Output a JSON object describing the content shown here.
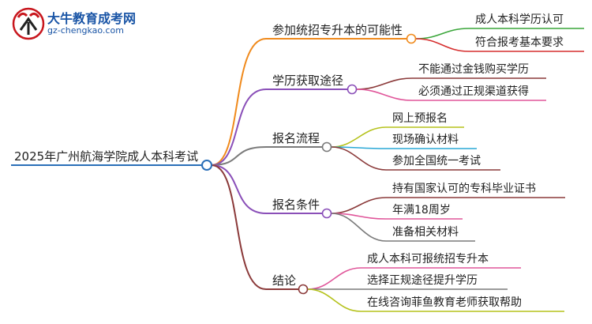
{
  "logo": {
    "name": "大牛教育成考网",
    "url": "gz-chengkao.com"
  },
  "root": "2025年广州航海学院成人本科考试",
  "branches": [
    {
      "label": "参加统招专升本的可能性",
      "color": "#f08a1c",
      "leaves": [
        {
          "label": "成人本科学历认可",
          "color": "#3aa63a"
        },
        {
          "label": "符合报考基本要求",
          "color": "#d62e2e"
        }
      ]
    },
    {
      "label": "学历获取途径",
      "color": "#8a4fb8",
      "leaves": [
        {
          "label": "不能通过金钱购买学历",
          "color": "#8b3a3a"
        },
        {
          "label": "必须通过正规渠道获得",
          "color": "#e0569a"
        }
      ]
    },
    {
      "label": "报名流程",
      "color": "#7a7a7a",
      "leaves": [
        {
          "label": "网上预报名",
          "color": "#b5c21c"
        },
        {
          "label": "现场确认材料",
          "color": "#2aa8d6"
        },
        {
          "label": "参加全国统一考试",
          "color": "#8b3a3a"
        }
      ]
    },
    {
      "label": "报名条件",
      "color": "#8a4fb8",
      "leaves": [
        {
          "label": "持有国家认可的专科毕业证书",
          "color": "#8b3a3a"
        },
        {
          "label": "年满18周岁",
          "color": "#e0569a"
        },
        {
          "label": "准备相关材料",
          "color": "#7a7a7a"
        }
      ]
    },
    {
      "label": "结论",
      "color": "#8b3a3a",
      "leaves": [
        {
          "label": "成人本科可报统招专升本",
          "color": "#e0569a"
        },
        {
          "label": "选择正规途径提升学历",
          "color": "#7a7a7a"
        },
        {
          "label": "在线咨询菲鱼教育老师获取帮助",
          "color": "#b5c21c"
        }
      ]
    }
  ]
}
